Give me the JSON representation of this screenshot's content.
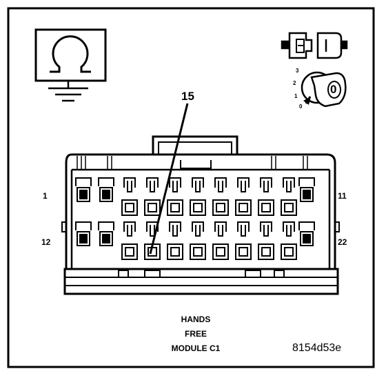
{
  "callout": {
    "pin": "15"
  },
  "pin_labels": {
    "top_left": "1",
    "top_right": "11",
    "bottom_left": "12",
    "bottom_right": "22"
  },
  "switch_icon": {
    "positions": [
      "3",
      "2",
      "1",
      "0"
    ],
    "key_mark": "0"
  },
  "caption": {
    "line1": "HANDS",
    "line2": "FREE",
    "line3": "MODULE C1"
  },
  "figure_id": "8154d53e",
  "icons": [
    "ohm-meter-icon",
    "connector-plug-icon",
    "ignition-switch-icon"
  ]
}
